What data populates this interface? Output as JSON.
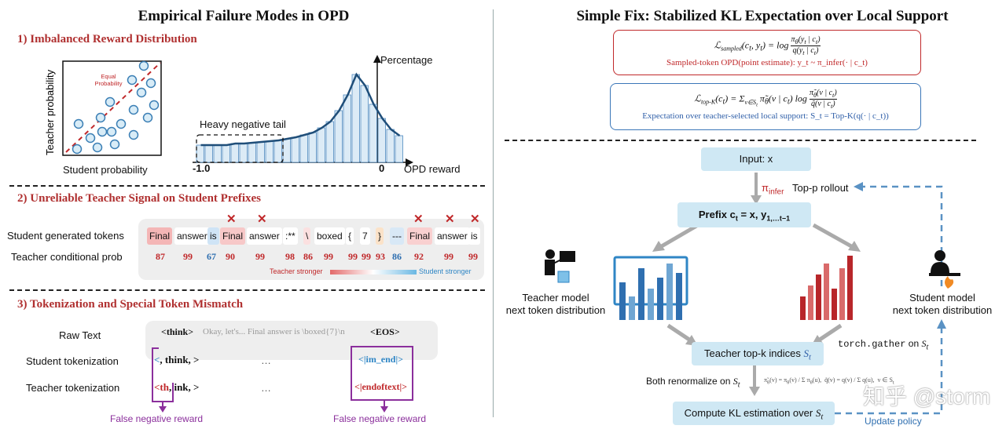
{
  "left": {
    "title": "Empirical Failure Modes in OPD",
    "s1": {
      "heading": "1) Imbalanced Reward Distribution",
      "scatter": {
        "ylabel": "Teacher probability",
        "xlabel": "Student probability",
        "diag_label": "Equal\nProbability"
      },
      "hist": {
        "ylabel": "Percentage",
        "tail_label": "Heavy negative tail",
        "xmin_label": "-1.0",
        "zero_label": "0",
        "xlabel": "OPD reward"
      }
    },
    "s2": {
      "heading": "2) Unreliable Teacher Signal on Student Prefixes",
      "row1_label": "Student generated tokens",
      "row2_label": "Teacher conditional prob",
      "tokens": [
        "Final",
        "answer",
        "is",
        "Final",
        "answer",
        ":**",
        "\\",
        "boxed",
        "{",
        "7",
        "}",
        "---",
        "Final",
        "answer",
        "is"
      ],
      "probs": [
        "87",
        "99",
        "67",
        "90",
        "99",
        "98",
        "86",
        "99",
        "99",
        "99",
        "93",
        "86",
        "92",
        "99",
        "99"
      ],
      "legend_left": "Teacher stronger",
      "legend_right": "Student stronger"
    },
    "s3": {
      "heading": "3) Tokenization and Special Token Mismatch",
      "raw_label": "Raw Text",
      "student_label": "Student tokenization",
      "teacher_label": "Teacher tokenization",
      "raw_think": "<think>",
      "raw_mid": "Okay, let's... Final answer is \\boxed{7}\\n",
      "raw_eos": "<EOS>",
      "stu_a": "<",
      "stu_b": ", think, >",
      "tea_a": "<th",
      "tea_b": ", ink, >",
      "ellipsis": "…",
      "stu_end": "<|im_end|>",
      "tea_end": "<|endoftext|>",
      "fn_left": "False negative reward",
      "fn_right": "False negative reward"
    }
  },
  "right": {
    "title": "Simple Fix: Stabilized KL Expectation over Local Support",
    "f1_caption": "Sampled-token OPD(point estimate): y_t ~ π_infer(· | c_t)",
    "f2_caption": "Expectation over teacher-selected local support: S_t = Top-K(q(· | c_t))",
    "input": "Input: x",
    "rollout": "Top-p rollout",
    "pi_infer": "π",
    "pi_sub": "infer",
    "prefix": "Prefix c",
    "teacher_model": "Teacher model\nnext token distribution",
    "student_model": "Student model\nnext token distribution",
    "topk": "Teacher top-k indices",
    "gather": "torch.gather",
    "gather_on": "on",
    "renorm": "Both renormalize on",
    "compute": "Compute KL estimation over",
    "update": "Update policy",
    "watermark": "知乎 @storm"
  },
  "colors": {
    "red": "#c0282a",
    "blue": "#3a76b8",
    "flow": "#cfe8f4",
    "purple": "#8b2f9c"
  }
}
